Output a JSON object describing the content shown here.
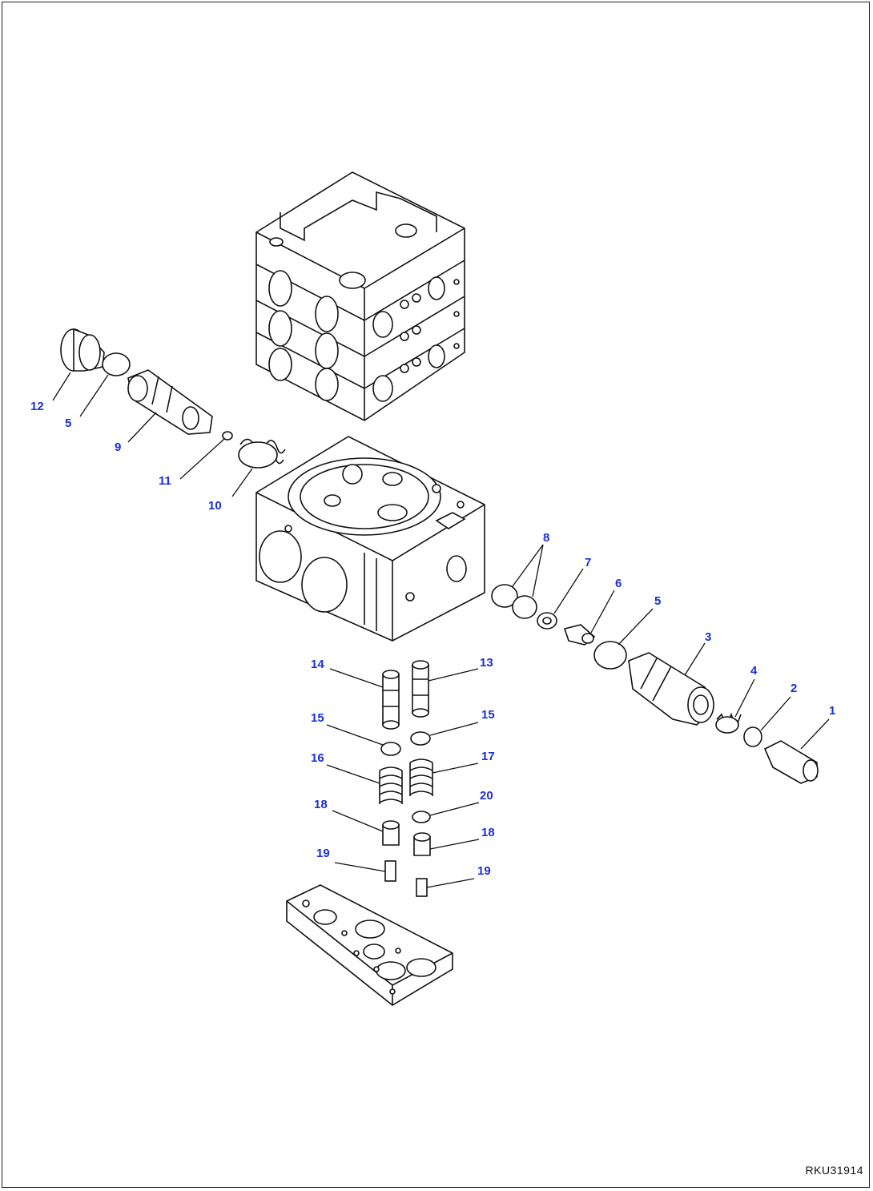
{
  "drawing_code": "RKU31914",
  "callouts": [
    "1",
    "2",
    "3",
    "4",
    "5",
    "5",
    "6",
    "7",
    "8",
    "9",
    "10",
    "11",
    "12",
    "13",
    "14",
    "15",
    "15",
    "16",
    "17",
    "18",
    "18",
    "19",
    "19",
    "20"
  ]
}
